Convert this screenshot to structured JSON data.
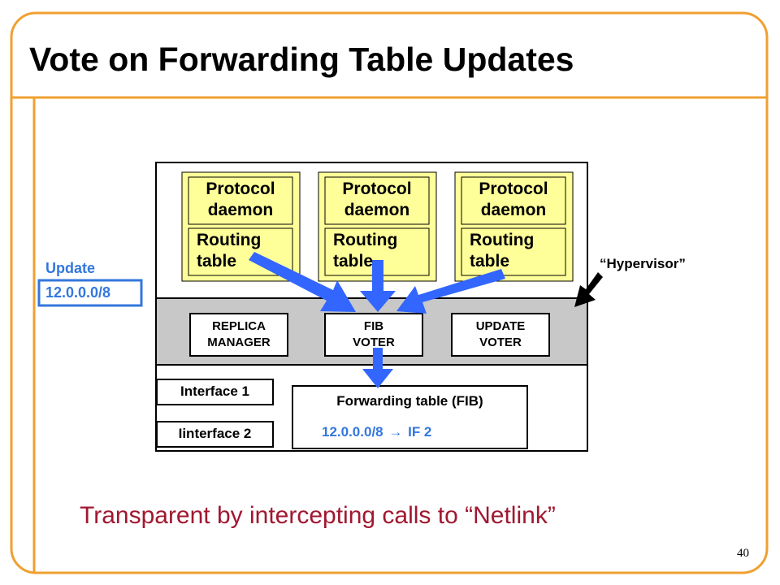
{
  "slide": {
    "title": "Vote on Forwarding Table Updates",
    "footer_text": "Transparent by intercepting calls to “Netlink”",
    "page_number": "40"
  },
  "update": {
    "label": "Update",
    "prefix": "12.0.0.0/8"
  },
  "hypervisor_label": "“Hypervisor”",
  "replicas": [
    {
      "daemon_line1": "Protocol",
      "daemon_line2": "daemon",
      "table_line1": "Routing",
      "table_line2": "table"
    },
    {
      "daemon_line1": "Protocol",
      "daemon_line2": "daemon",
      "table_line1": "Routing",
      "table_line2": "table"
    },
    {
      "daemon_line1": "Protocol",
      "daemon_line2": "daemon",
      "table_line1": "Routing",
      "table_line2": "table"
    }
  ],
  "modules": {
    "replica_manager": {
      "line1": "REPLICA",
      "line2": "MANAGER"
    },
    "fib_voter": {
      "line1": "FIB",
      "line2": "VOTER"
    },
    "update_voter": {
      "line1": "UPDATE",
      "line2": "VOTER"
    }
  },
  "interfaces": [
    "Interface 1",
    "Iinterface 2"
  ],
  "fib": {
    "title": "Forwarding table (FIB)",
    "entry_prefix": "12.0.0.0/8",
    "entry_arrow": "→",
    "entry_iface": "IF 2"
  },
  "colors": {
    "frame_orange": "#f0a030",
    "box_yellow": "#ffff99",
    "hypervisor_gray": "#c8c8c8",
    "arrow_blue": "#3366ff",
    "label_blue": "#3377dd",
    "footer_red": "#a01830"
  }
}
